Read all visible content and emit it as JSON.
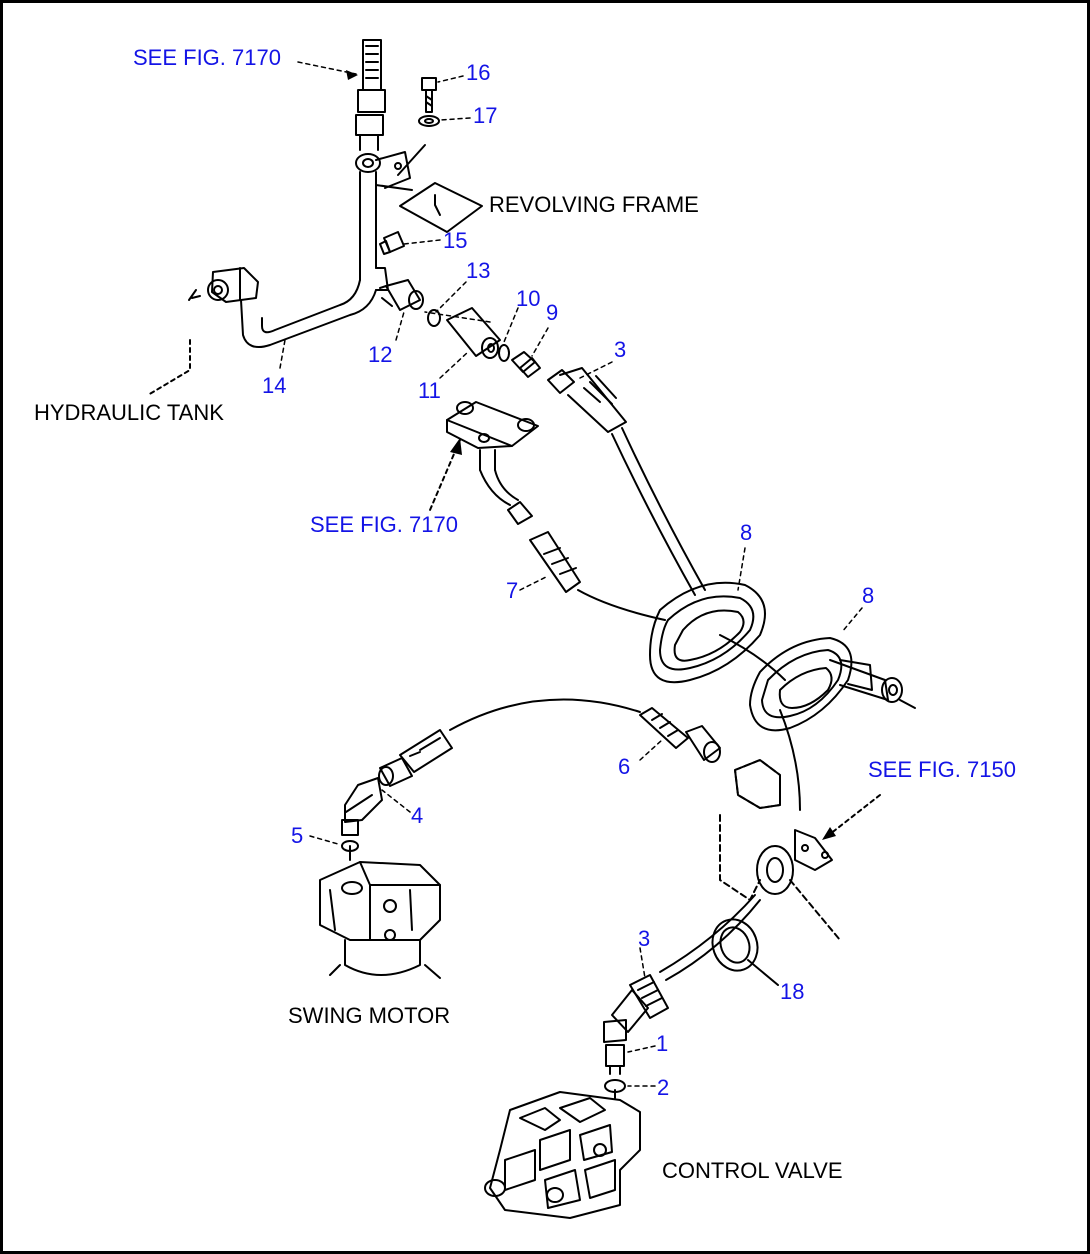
{
  "colors": {
    "part_number": "#1414e6",
    "reference": "#1414e6",
    "caption": "#000000",
    "line": "#000000",
    "background": "#ffffff"
  },
  "references": {
    "top": "SEE FIG. 7170",
    "middle": "SEE FIG. 7170",
    "right": "SEE FIG. 7150"
  },
  "captions": {
    "revolving_frame": "REVOLVING FRAME",
    "hydraulic_tank": "HYDRAULIC TANK",
    "swing_motor": "SWING MOTOR",
    "control_valve": "CONTROL VALVE"
  },
  "part_numbers": {
    "p1": "1",
    "p2": "2",
    "p3_upper": "3",
    "p3_lower": "3",
    "p4": "4",
    "p5": "5",
    "p6": "6",
    "p7": "7",
    "p8_left": "8",
    "p8_right": "8",
    "p9": "9",
    "p10": "10",
    "p11": "11",
    "p12": "12",
    "p13": "13",
    "p14": "14",
    "p15": "15",
    "p16": "16",
    "p17": "17",
    "p18": "18"
  }
}
